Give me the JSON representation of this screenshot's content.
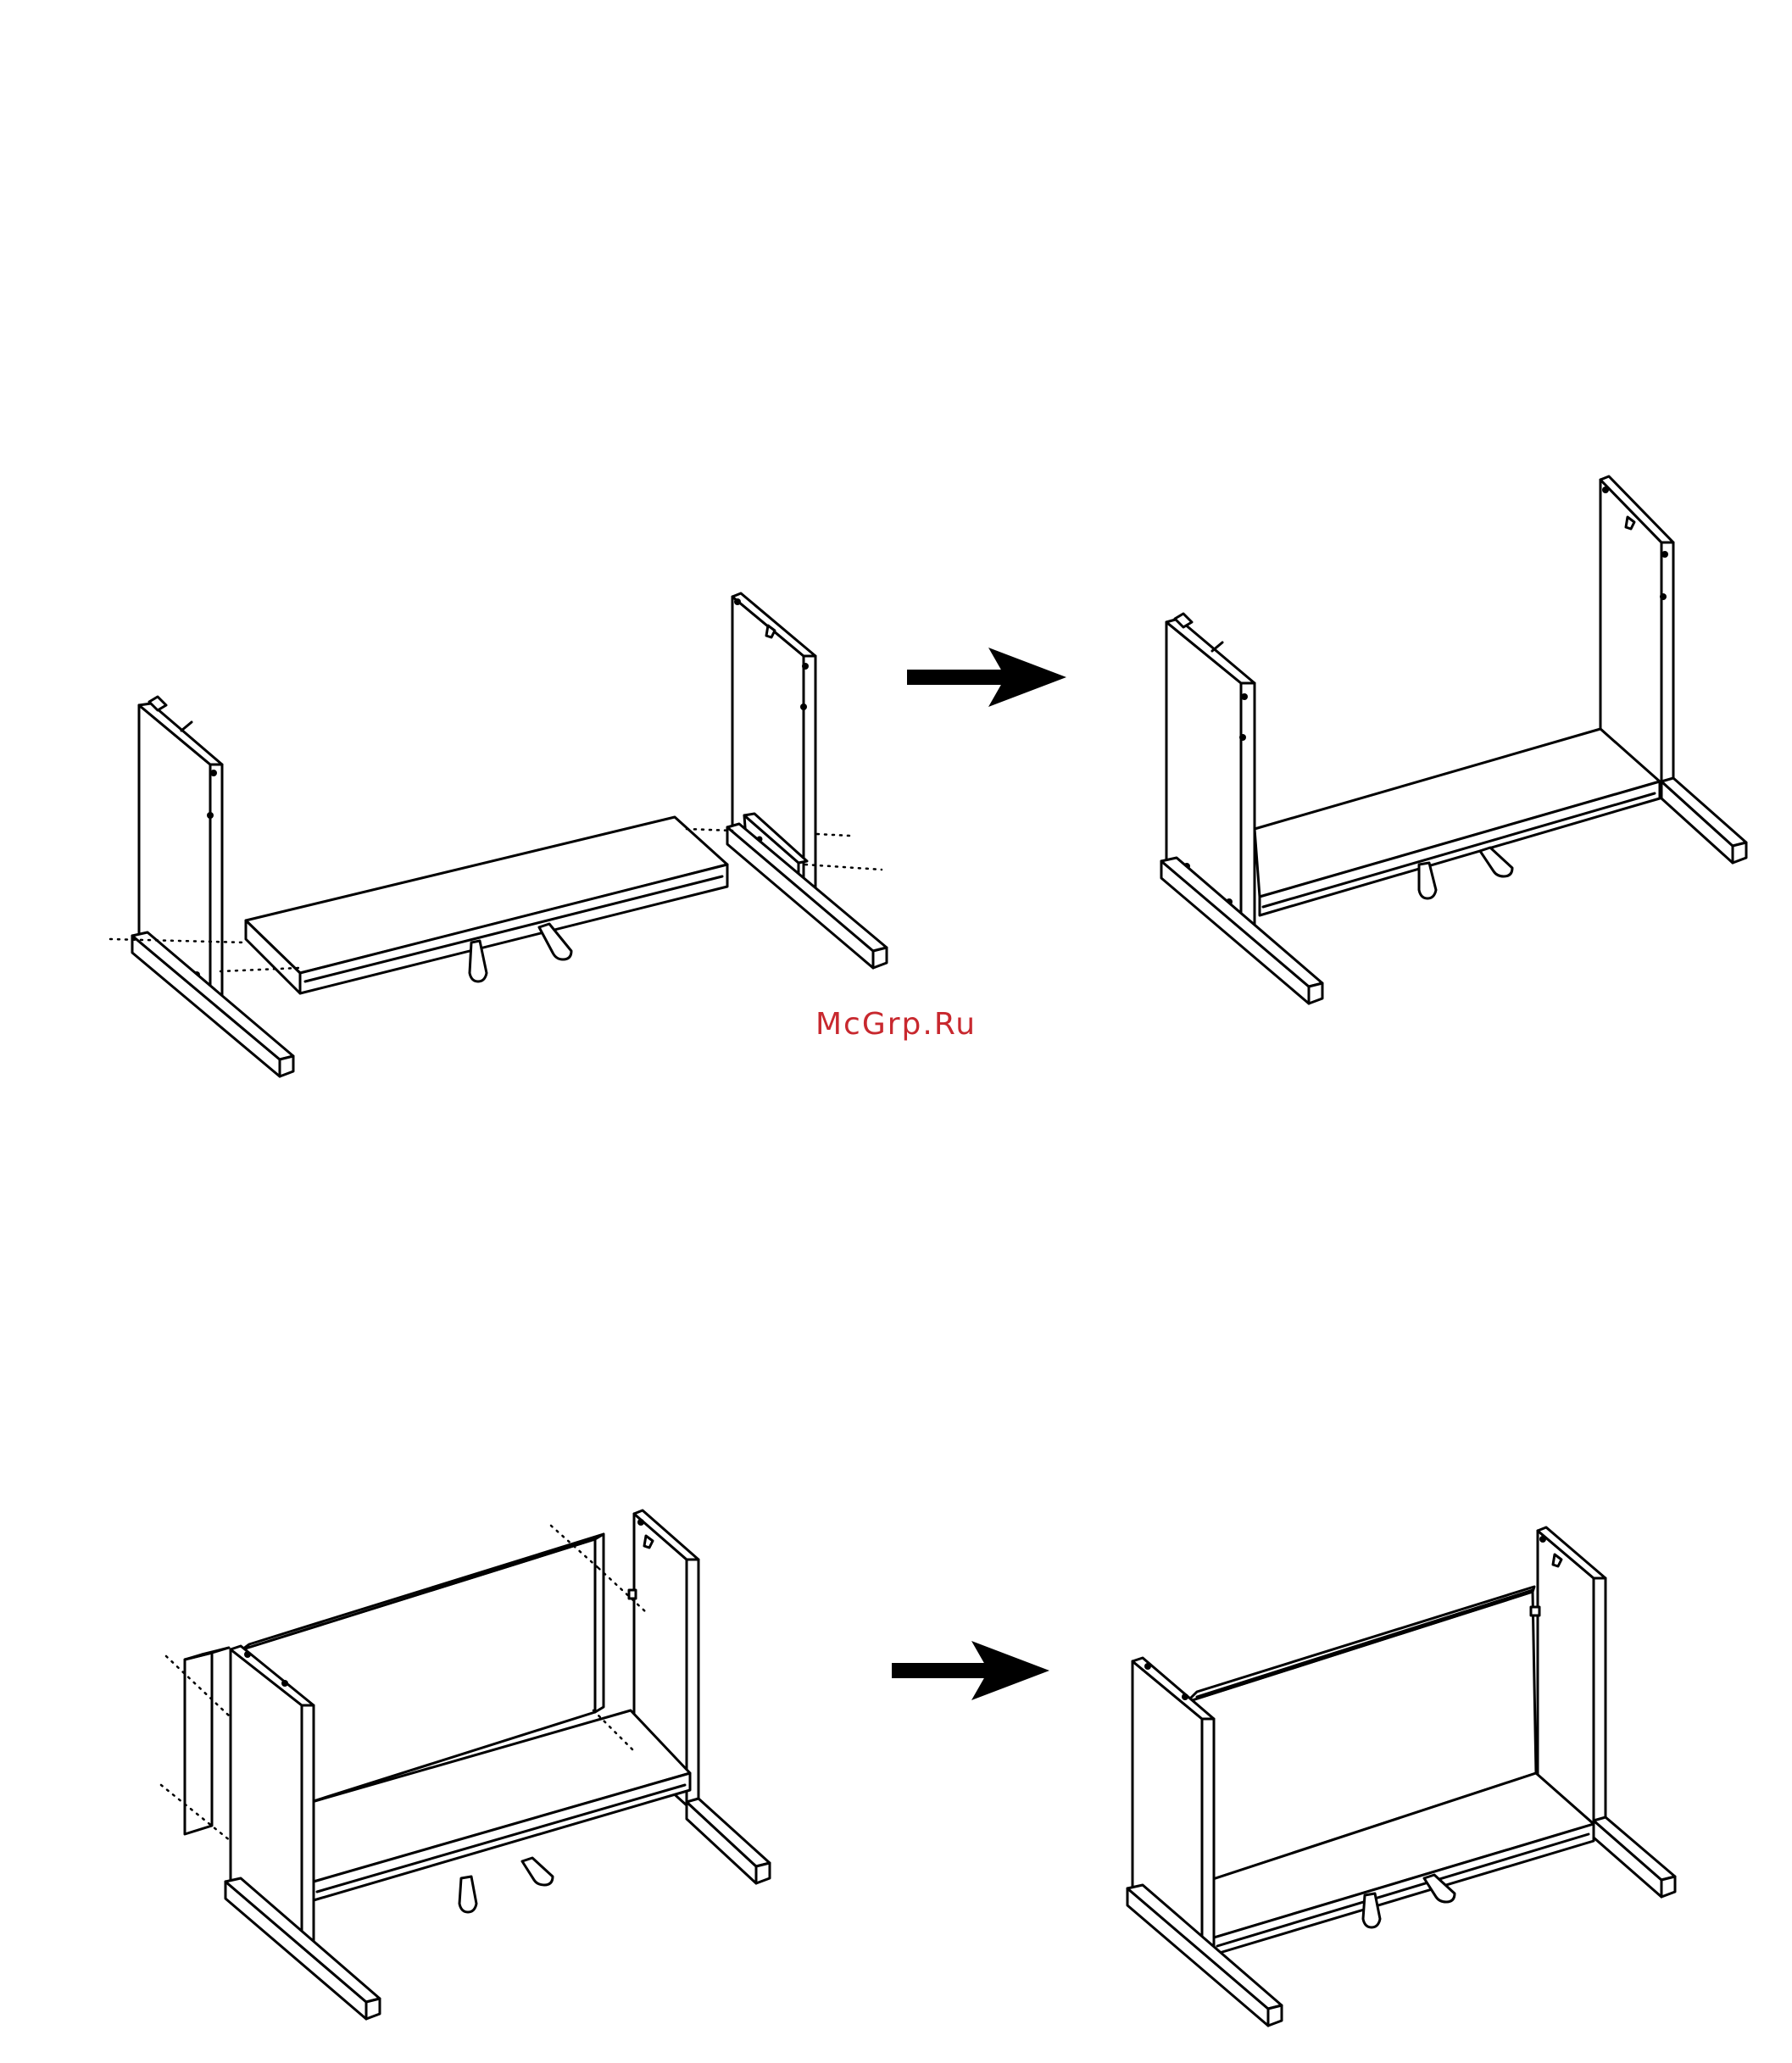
{
  "watermark": {
    "text": "McGrp.Ru",
    "color": "#c8282e"
  },
  "steps": [
    {
      "id": "step-1",
      "description_visible": false
    },
    {
      "id": "step-2",
      "description_visible": false
    }
  ],
  "icons": {
    "arrow": "right-arrow-icon"
  }
}
